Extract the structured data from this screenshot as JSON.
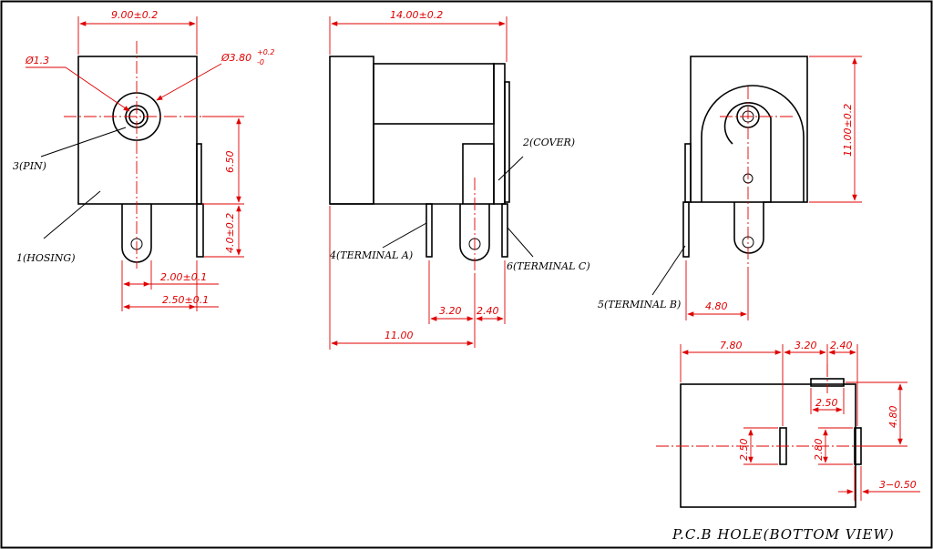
{
  "colors": {
    "dimension": "#e00000",
    "outline": "#000000",
    "background": "#ffffff"
  },
  "front_view": {
    "dim_width": "9.00±0.2",
    "dim_pin_dia": "Ø1.3",
    "dim_hole_dia": "Ø3.80",
    "dim_hole_tol_plus": "+0.2",
    "dim_hole_tol_minus": "-0",
    "dim_height_6_50": "6.50",
    "dim_height_4_0": "4.0±0.2",
    "dim_2_00": "2.00±0.1",
    "dim_2_50": "2.50±0.1",
    "label_pin": "3(PIN)",
    "label_housing": "1(HOSING)"
  },
  "side_view": {
    "dim_length": "14.00±0.2",
    "dim_3_20": "3.20",
    "dim_2_40": "2.40",
    "dim_11_00": "11.00",
    "label_cover": "2(COVER)",
    "label_terminal_a": "4(TERMINAL A)",
    "label_terminal_c": "6(TERMINAL C)"
  },
  "rear_view": {
    "dim_height": "11.00±0.2",
    "dim_4_80": "4.80",
    "label_terminal_b": "5(TERMINAL B)"
  },
  "pcb_view": {
    "dim_7_80": "7.80",
    "dim_3_20": "3.20",
    "dim_2_40": "2.40",
    "dim_2_50_top": "2.50",
    "dim_4_80": "4.80",
    "dim_2_50_left": "2.50",
    "dim_2_80": "2.80",
    "dim_3_050": "3−0.50",
    "title": "P.C.B HOLE(BOTTOM VIEW)"
  }
}
